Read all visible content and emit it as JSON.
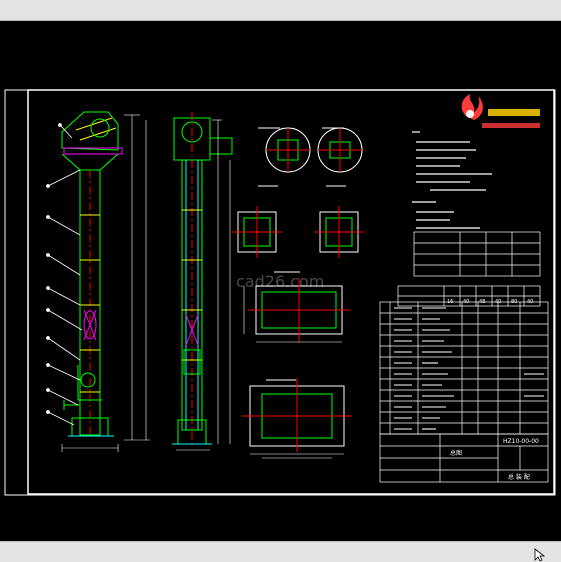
{
  "viewer": {
    "background": "#000000",
    "chrome_color": "#e4e4e4"
  },
  "drawing": {
    "frame_color": "#ffffff",
    "outline_color": "#00ff00",
    "centerline_color": "#ff0000",
    "dimension_color": "#00ffff",
    "watermark": "cad26.com",
    "title_block": {
      "drawing_number": "HZ10-00-00",
      "sheet_label": "总图",
      "assembly_label": "总 装 配"
    },
    "tech_table": {
      "values": [
        "16",
        "40",
        "48",
        "40",
        "80",
        "40"
      ]
    },
    "icons": {
      "logo": "flame-logo-icon",
      "cursor": "arrow-cursor-icon"
    }
  }
}
